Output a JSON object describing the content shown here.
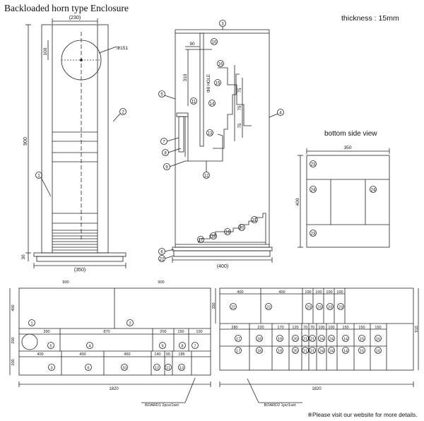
{
  "title": "Backloaded horn type Enclosure",
  "thickness_label": "thickness : 15mm",
  "bottom_view_title": "bottom side view",
  "footer_note": "※Please visit our website for more details.",
  "front_view": {
    "width_label": "(230)",
    "height_label": "900",
    "offset_label": "100",
    "diameter_label": "Φ151",
    "base_label": "30",
    "base_width_label": "(350)",
    "callouts": [
      "2",
      "1"
    ]
  },
  "side_view": {
    "dim_90": "90",
    "dim_310": "310",
    "hole_label": "Φ8 HOLE",
    "dim_75": [
      "75",
      "75",
      "75"
    ],
    "base_width_label": "(400)",
    "callouts": [
      "3",
      "10",
      "16",
      "15",
      "5",
      "11",
      "14",
      "4",
      "13",
      "7",
      "8",
      "9",
      "12",
      "21",
      "20",
      "19",
      "18",
      "17",
      "6",
      "22"
    ]
  },
  "bottom_view": {
    "width_label": "350",
    "height_label": "400",
    "callouts": [
      "23",
      "24",
      "24",
      "23"
    ]
  },
  "board1": {
    "caption": "BOARD1 2pcs/1set",
    "total_width": "1820",
    "height_labels": [
      "400",
      "200",
      "200"
    ],
    "row1_widths": [
      "900",
      "900"
    ],
    "row1_parts": [
      "1",
      "2"
    ],
    "row2_widths": [
      "390",
      "870",
      "200",
      "150",
      "100"
    ],
    "row2_parts": [
      "5",
      "4",
      "9",
      "8",
      "7"
    ],
    "row3_widths": [
      "400",
      "400",
      "450",
      "140",
      "65",
      "185"
    ],
    "row3_parts": [
      "3",
      "6",
      "10",
      "12",
      "11",
      "13"
    ]
  },
  "board2": {
    "caption": "BOARD2 1pc/1set",
    "total_width": "1820",
    "height_labels": [
      "350",
      "910"
    ],
    "row1_widths": [
      "400",
      "400",
      "100",
      "100",
      "100",
      "100"
    ],
    "row1_parts": [
      "22",
      "22",
      "23",
      "23",
      "23",
      "23"
    ],
    "row2_widths": [
      "280",
      "220",
      "170",
      "120",
      "70",
      "70",
      "100",
      "100",
      "150",
      "150",
      "150"
    ],
    "row2_parts": [
      "17",
      "18",
      "19",
      "20",
      "21",
      "21",
      "24",
      "24",
      "14",
      "15",
      "16"
    ],
    "row3_parts": [
      "17",
      "18",
      "19",
      "20",
      "21",
      "21",
      "24",
      "24",
      "14",
      "15",
      "16"
    ]
  }
}
